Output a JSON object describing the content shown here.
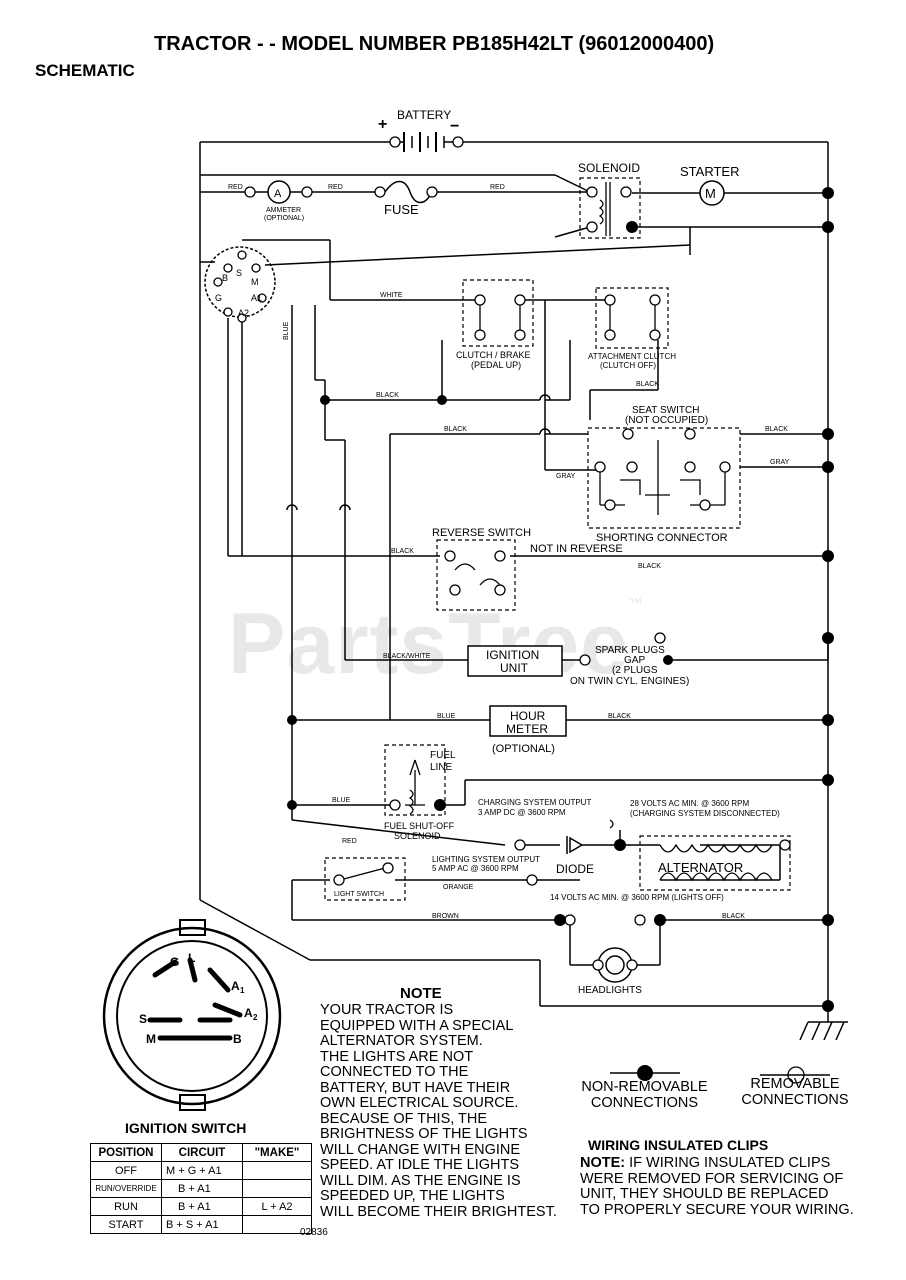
{
  "title": "TRACTOR - - MODEL NUMBER PB185H42LT (96012000400)",
  "subtitle": "SCHEMATIC",
  "watermark": "PartsTree",
  "watermark_tm": "™",
  "labels": {
    "battery": "BATTERY",
    "plus": "+",
    "minus": "−",
    "solenoid": "SOLENOID",
    "starter": "STARTER",
    "starter_m": "M",
    "ammeter_a": "A",
    "ammeter": "AMMETER",
    "ammeter_opt": "(OPTIONAL)",
    "fuse": "FUSE",
    "clutch_brake": "CLUTCH / BRAKE",
    "pedal_up": "(PEDAL UP)",
    "attachment_clutch": "ATTACHMENT CLUTCH",
    "clutch_off": "(CLUTCH OFF)",
    "seat_switch": "SEAT SWITCH",
    "not_occupied": "(NOT OCCUPIED)",
    "shorting_connector": "SHORTING CONNECTOR",
    "reverse_switch": "REVERSE SWITCH",
    "not_in_reverse": "NOT IN REVERSE",
    "ignition_unit_1": "IGNITION",
    "ignition_unit_2": "UNIT",
    "spark_plugs": "SPARK PLUGS",
    "gap": "GAP",
    "two_plugs": "(2 PLUGS",
    "twin_cyl": "ON TWIN CYL. ENGINES)",
    "hour_meter_1": "HOUR",
    "hour_meter_2": "METER",
    "optional": "(OPTIONAL)",
    "fuel_line_1": "FUEL",
    "fuel_line_2": "LINE",
    "fuel_shutoff_1": "FUEL SHUT-OFF",
    "fuel_shutoff_2": "SOLENOID",
    "charging_output_1": "CHARGING SYSTEM OUTPUT",
    "charging_output_2": "3 AMP DC @ 3600 RPM",
    "volts28_1": "28 VOLTS AC MIN. @ 3600 RPM",
    "volts28_2": "(CHARGING SYSTEM DISCONNECTED)",
    "diode": "DIODE",
    "alternator": "ALTERNATOR",
    "lighting_output_1": "LIGHTING SYSTEM OUTPUT",
    "lighting_output_2": "5 AMP AC @ 3600 RPM",
    "light_switch": "LIGHT SWITCH",
    "volts14": "14 VOLTS AC MIN. @ 3600 RPM (LIGHTS OFF)",
    "headlights": "HEADLIGHTS",
    "key_b": "B",
    "key_s": "S",
    "key_m": "M",
    "key_g": "G",
    "key_a1": "A1",
    "key_a2": "A2",
    "knob_g": "G",
    "knob_l": "L",
    "knob_a1": "A",
    "knob_a1_sub": "1",
    "knob_a2": "A",
    "knob_a2_sub": "2",
    "knob_s": "S",
    "knob_m": "M",
    "knob_b": "B"
  },
  "wires": {
    "red1": "RED",
    "red2": "RED",
    "red3": "RED",
    "red4": "RED",
    "white": "WHITE",
    "blue1": "BLUE",
    "blue2": "BLUE",
    "blue3": "BLUE",
    "black1": "BLACK",
    "black2": "BLACK",
    "black3": "BLACK",
    "black4": "BLACK",
    "black5": "BLACK",
    "black6": "BLACK",
    "black7": "BLACK",
    "gray1": "GRAY",
    "gray2": "GRAY",
    "black_white": "BLACK/WHITE",
    "orange": "ORANGE",
    "brown": "BROWN",
    "black8": "BLACK"
  },
  "note": {
    "title": "NOTE",
    "lines": [
      "YOUR TRACTOR IS",
      "EQUIPPED WITH A SPECIAL",
      "ALTERNATOR SYSTEM.",
      "THE LIGHTS ARE NOT",
      "CONNECTED TO THE",
      "BATTERY, BUT HAVE THEIR",
      "OWN ELECTRICAL SOURCE.",
      "BECAUSE OF THIS, THE",
      "BRIGHTNESS OF THE LIGHTS",
      "WILL CHANGE WITH ENGINE",
      "SPEED.  AT IDLE THE LIGHTS",
      "WILL DIM.  AS THE ENGINE IS",
      "SPEEDED UP, THE LIGHTS",
      "WILL BECOME THEIR BRIGHTEST."
    ]
  },
  "legend": {
    "non_removable_1": "NON-REMOVABLE",
    "non_removable_2": "CONNECTIONS",
    "removable_1": "REMOVABLE",
    "removable_2": "CONNECTIONS"
  },
  "clips": {
    "title": "WIRING INSULATED CLIPS",
    "note_label": "NOTE:",
    "line1": " IF WIRING INSULATED CLIPS",
    "line2": "WERE REMOVED FOR SERVICING OF",
    "line3": "UNIT, THEY SHOULD BE REPLACED",
    "line4": "TO PROPERLY SECURE YOUR WIRING."
  },
  "ignition_switch": {
    "title": "IGNITION SWITCH",
    "headers": [
      "POSITION",
      "CIRCUIT",
      "\"MAKE\""
    ],
    "rows": [
      [
        "OFF",
        "M + G + A1",
        ""
      ],
      [
        "RUN/OVERRIDE",
        "B + A1",
        ""
      ],
      [
        "RUN",
        "B + A1",
        "L + A2"
      ],
      [
        "START",
        "B + S + A1",
        ""
      ]
    ]
  },
  "code": "02836"
}
